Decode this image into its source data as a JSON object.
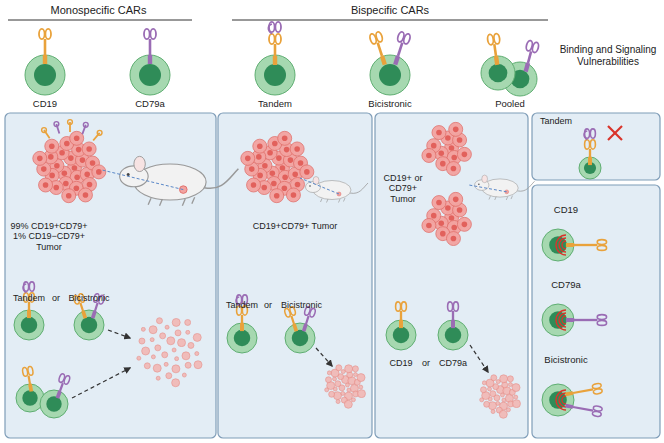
{
  "diagram": {
    "nodes": [
      {
        "text": [
          "99% CD19+CD79+ 1% CD19−CD79+ Tumor",
          "Tandem",
          "or",
          "Bicistronic"
        ]
      },
      {
        "text": [
          "CD19+CD79+ Tumor",
          "Tandem",
          "or",
          "Bicistronic"
        ]
      },
      {
        "text": [
          "CD19+ or CD79+ Tumor",
          "CD19",
          "or",
          "CD79a"
        ]
      },
      {
        "text": [
          "Tandem"
        ]
      },
      {
        "text": [
          "CD19",
          "CD79a",
          "Bicistronic"
        ]
      }
    ],
    "labels": [
      "Monospecific CARs",
      "Bispecific CARs",
      "CD19",
      "CD79a",
      "Tandem",
      "Bicistronic",
      "Pooled",
      "Binding and Signaling Vulnerabilities"
    ]
  }
}
